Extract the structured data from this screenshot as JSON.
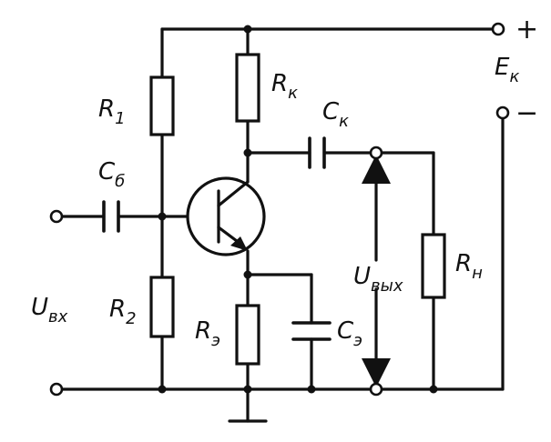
{
  "labels": {
    "r1": {
      "main": "R",
      "sub": "1"
    },
    "rk": {
      "main": "R",
      "sub": "к"
    },
    "ck": {
      "main": "C",
      "sub": "к"
    },
    "cb": {
      "main": "C",
      "sub": "б"
    },
    "ek": {
      "main": "E",
      "sub": "к"
    },
    "r2": {
      "main": "R",
      "sub": "2"
    },
    "re": {
      "main": "R",
      "sub": "э"
    },
    "ce": {
      "main": "C",
      "sub": "э"
    },
    "rn": {
      "main": "R",
      "sub": "н"
    },
    "uvx": {
      "main": "U",
      "sub": "вх"
    },
    "uvyx": {
      "main": "U",
      "sub": "вых"
    }
  },
  "supply": {
    "plus": "+",
    "minus": "−"
  }
}
